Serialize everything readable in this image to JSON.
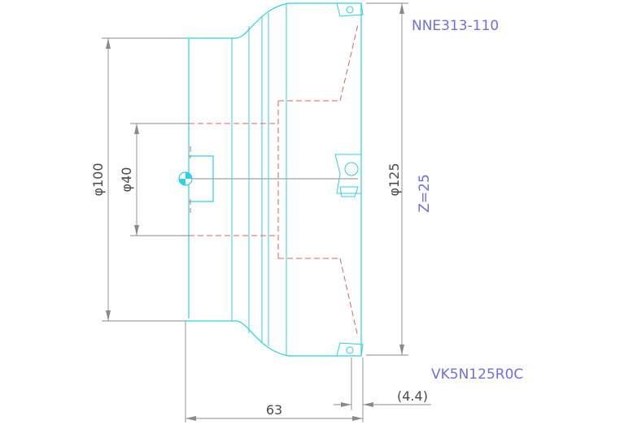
{
  "labels": {
    "insert_code": "NNE313-110",
    "cutter_code": "VK5N125R0C",
    "teeth_count": "Z=25"
  },
  "dimensions": {
    "outer_bore": "φ100",
    "inner_bore": "φ40",
    "cutter_diameter": "φ125",
    "overall_length": "63",
    "insert_offset": "(4.4)"
  },
  "colors": {
    "outline": "#2fd0e0",
    "hidden_lines": "#e06060",
    "dimension_lines": "#8a8a8a",
    "label_text": "#6e6ee6",
    "dimension_text": "#4a4a4a"
  },
  "icons": {
    "center_mark": "center-of-gravity-symbol",
    "insert": "cutting-insert"
  }
}
